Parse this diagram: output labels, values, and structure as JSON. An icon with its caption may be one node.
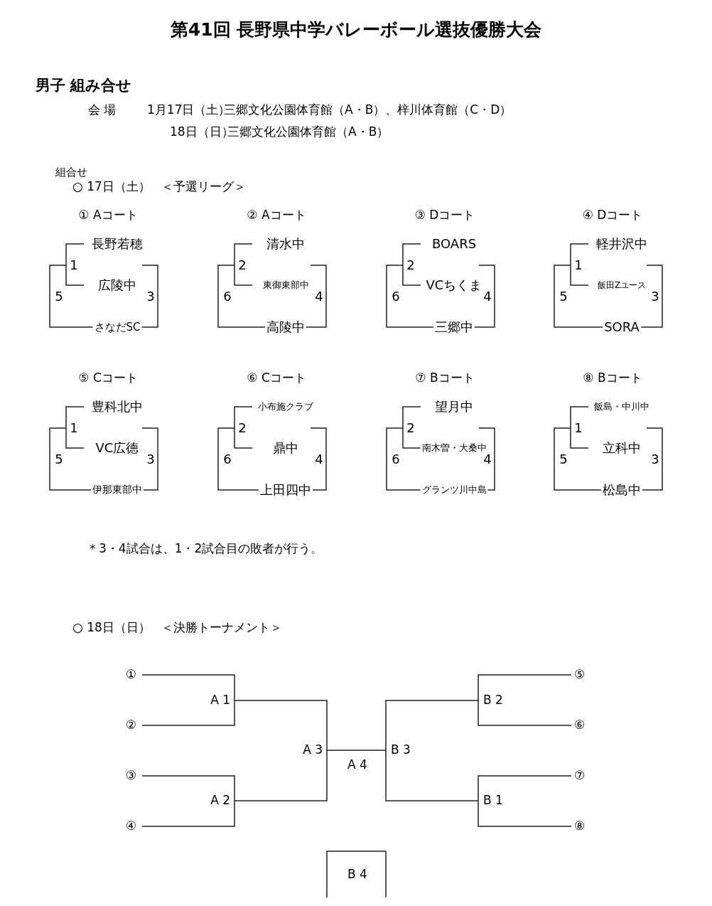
{
  "diagram": {
    "title": "第41回 長野県中学バレーボール選抜優勝大会",
    "labels": [
      "男子 組み合せ",
      "会 場",
      "1月17日（土）",
      "三郷文化公園体育館（A・B）、梓川体育館（C・D）",
      "18日（日）",
      "三郷文化公園体育館（A・B）",
      "組合せ",
      "○ 17日（土）",
      "＜予選リーグ＞",
      "① Aコート",
      "長野若穂",
      "1",
      "広陵中",
      "5",
      "3",
      "さなだSC",
      "② Aコート",
      "清水中",
      "2",
      "東御東部中",
      "6",
      "4",
      "高陵中",
      "③ Dコート",
      "BOARS",
      "2",
      "VCちくま",
      "6",
      "4",
      "三郷中",
      "④ Dコート",
      "軽井沢中",
      "1",
      "飯田Zユース",
      "5",
      "3",
      "SORA",
      "⑤ Cコート",
      "豊科北中",
      "1",
      "VC広徳",
      "5",
      "3",
      "伊那東部中",
      "⑥ Cコート",
      "小布施クラブ",
      "2",
      "鼎中",
      "6",
      "4",
      "上田四中",
      "⑦ Bコート",
      "望月中",
      "2",
      "南木曽・大桑中",
      "6",
      "4",
      "グランツ川中島",
      "⑧ Bコート",
      "飯島・中川中",
      "1",
      "立科中",
      "5",
      "3",
      "松島中",
      "＊3・4試合は、1・2試合目の敗者が行う。",
      "○ 18日（日）",
      "＜決勝トーナメント＞",
      "①",
      "⑤",
      "A 1",
      "B 2",
      "②",
      "⑥",
      "A 3",
      "B 3",
      "A 4",
      "③",
      "⑦",
      "A 2",
      "B 1",
      "④",
      "⑧",
      "B 4"
    ]
  }
}
